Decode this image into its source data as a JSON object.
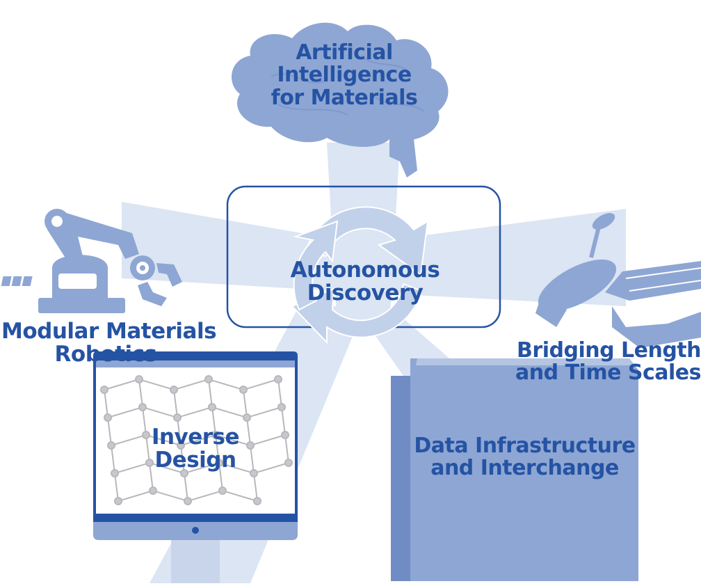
{
  "center": {
    "lines": [
      "Autonomous",
      "Discovery"
    ]
  },
  "nodes": {
    "ai": {
      "lines": [
        "Artificial",
        "Intelligence",
        "for Materials"
      ],
      "icon": "brain-icon"
    },
    "robotics": {
      "lines": [
        "Modular Materials",
        "Robotics"
      ],
      "icon": "robot-arm-icon"
    },
    "scales": {
      "lines": [
        "Bridging Length",
        "and Time Scales"
      ],
      "icon": "satellite-icon"
    },
    "inverse": {
      "lines": [
        "Inverse",
        "Design"
      ],
      "icon": "monitor-icon"
    },
    "data": {
      "lines": [
        "Data Infrastructure",
        "and Interchange"
      ],
      "icon": "folder-icon"
    }
  },
  "colors": {
    "text": "#2553a4",
    "beam": "#dbe5f3",
    "icon_fill": "#8ea6d3",
    "icon_dark": "#6f8cc4",
    "frame": "#2553a4"
  }
}
